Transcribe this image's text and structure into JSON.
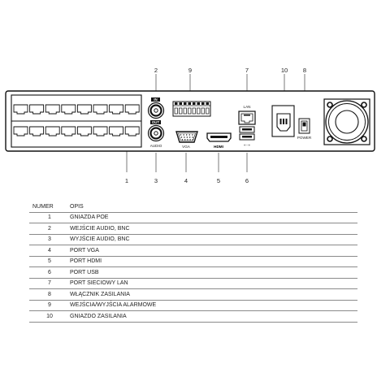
{
  "diagram": {
    "panel_labels": {
      "in": "IN",
      "out": "OUT",
      "audio": "AUDIO",
      "vga": "VGA",
      "hdmi": "HDMI",
      "lan": "LAN",
      "usb": "⇠⇢",
      "power": "POWER"
    },
    "callouts_top": [
      "2",
      "9",
      "7",
      "10",
      "8"
    ],
    "callouts_bottom": [
      "1",
      "3",
      "4",
      "5",
      "6"
    ]
  },
  "table": {
    "headers": {
      "num": "NUMER",
      "desc": "OPIS"
    },
    "rows": [
      {
        "num": "1",
        "desc": "GNIAZDA POE"
      },
      {
        "num": "2",
        "desc": "WEJŚCIE AUDIO, BNC"
      },
      {
        "num": "3",
        "desc": "WYJŚCIE AUDIO, BNC"
      },
      {
        "num": "4",
        "desc": "PORT VGA"
      },
      {
        "num": "5",
        "desc": "PORT HDMI"
      },
      {
        "num": "6",
        "desc": "PORT USB"
      },
      {
        "num": "7",
        "desc": "PORT SIECIOWY LAN"
      },
      {
        "num": "8",
        "desc": "WŁĄCZNIK ZASILANIA"
      },
      {
        "num": "9",
        "desc": "WEJŚCIA/WYJŚCIA ALARMOWE"
      },
      {
        "num": "10",
        "desc": "GNIAZDO ZASILANIA"
      }
    ]
  }
}
